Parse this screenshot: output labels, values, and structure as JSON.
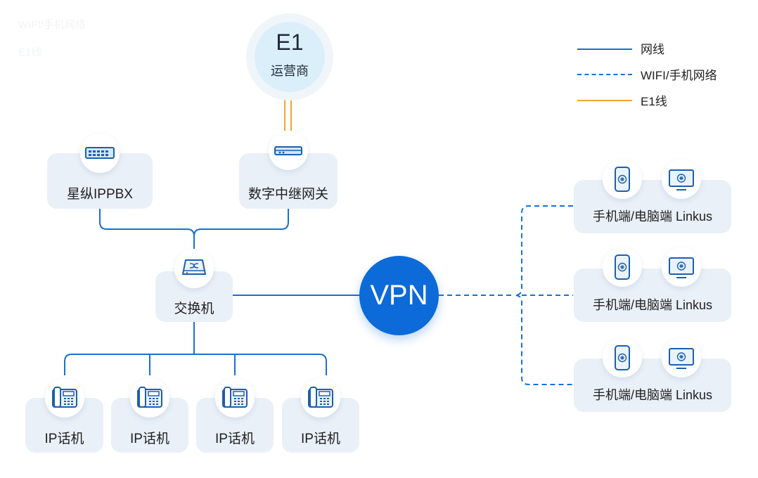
{
  "watermark": {
    "line1": "WIFI/手机网络",
    "line2": "E1线"
  },
  "carrier": {
    "title": "E1",
    "subtitle": "运营商"
  },
  "nodes": {
    "ippbx": "星纵IPPBX",
    "gateway": "数字中继网关",
    "switch": "交换机",
    "vpn": "VPN",
    "phones": [
      "IP话机",
      "IP话机",
      "IP话机",
      "IP话机"
    ],
    "clients": [
      "手机端/电脑端 Linkus",
      "手机端/电脑端 Linkus",
      "手机端/电脑端 Linkus"
    ]
  },
  "legend": [
    {
      "label": "网线",
      "style": "solid",
      "color": "#1a6fd4"
    },
    {
      "label": "WIFI/手机网络",
      "style": "dashed",
      "color": "#1a6fd4"
    },
    {
      "label": "E1线",
      "style": "solid",
      "color": "#f2a533"
    }
  ],
  "colors": {
    "primary": "#0c6ad9",
    "line": "#1a6fd4",
    "e1": "#f2a533",
    "card": "#e9f0f8",
    "icon": "#1c5fb0"
  },
  "icons": {
    "ippbx": "rack-server-icon",
    "gateway": "gateway-device-icon",
    "switch": "network-switch-icon",
    "phone": "desk-phone-icon",
    "mobile": "mobile-phone-icon",
    "desktop": "monitor-icon"
  }
}
